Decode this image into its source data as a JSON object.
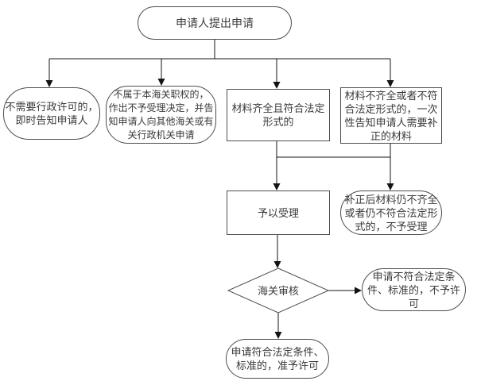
{
  "nodes": {
    "start": {
      "text": "申请人提出申请",
      "shape": "terminator"
    },
    "no_license_needed": {
      "text": "不需要行政许可的，\n即时告知申请人",
      "shape": "terminator"
    },
    "not_jurisdiction": {
      "text": "不属于本海关职权的，\n作出不予受理决定，并告\n知申请人向其他海关或有\n关行政机关申请",
      "shape": "terminator"
    },
    "materials_complete": {
      "text": "材料齐全且符合法定\n形式的",
      "shape": "process"
    },
    "materials_incomplete": {
      "text": "材料不齐全或者不符\n合法定形式的，一次\n性告知申请人需要补\n正的材料",
      "shape": "process"
    },
    "accept": {
      "text": "予以受理",
      "shape": "process"
    },
    "still_incomplete": {
      "text": "补正后材料仍不齐全\n或者仍不符合法定形\n式的，不予受理",
      "shape": "terminator"
    },
    "review": {
      "text": "海关审核",
      "shape": "decision"
    },
    "reject": {
      "text": "申请不符合法定条\n件、标准的，不予许\n可",
      "shape": "terminator"
    },
    "approve": {
      "text": "申请符合法定条件、\n标准的，准予许可",
      "shape": "terminator"
    }
  },
  "edges": [
    {
      "from": "start",
      "to": "no_license_needed"
    },
    {
      "from": "start",
      "to": "not_jurisdiction"
    },
    {
      "from": "start",
      "to": "materials_complete"
    },
    {
      "from": "start",
      "to": "materials_incomplete"
    },
    {
      "from": "materials_complete",
      "to": "accept"
    },
    {
      "from": "materials_incomplete",
      "to": "still_incomplete"
    },
    {
      "from": "accept",
      "to": "review"
    },
    {
      "from": "review",
      "to": "reject"
    },
    {
      "from": "review",
      "to": "approve"
    }
  ],
  "colors": {
    "background": "#ffffff",
    "node_border": "#4d4d4d",
    "node_fill": "#ffffff",
    "connector": "#141414",
    "text": "#3a3a3a"
  }
}
